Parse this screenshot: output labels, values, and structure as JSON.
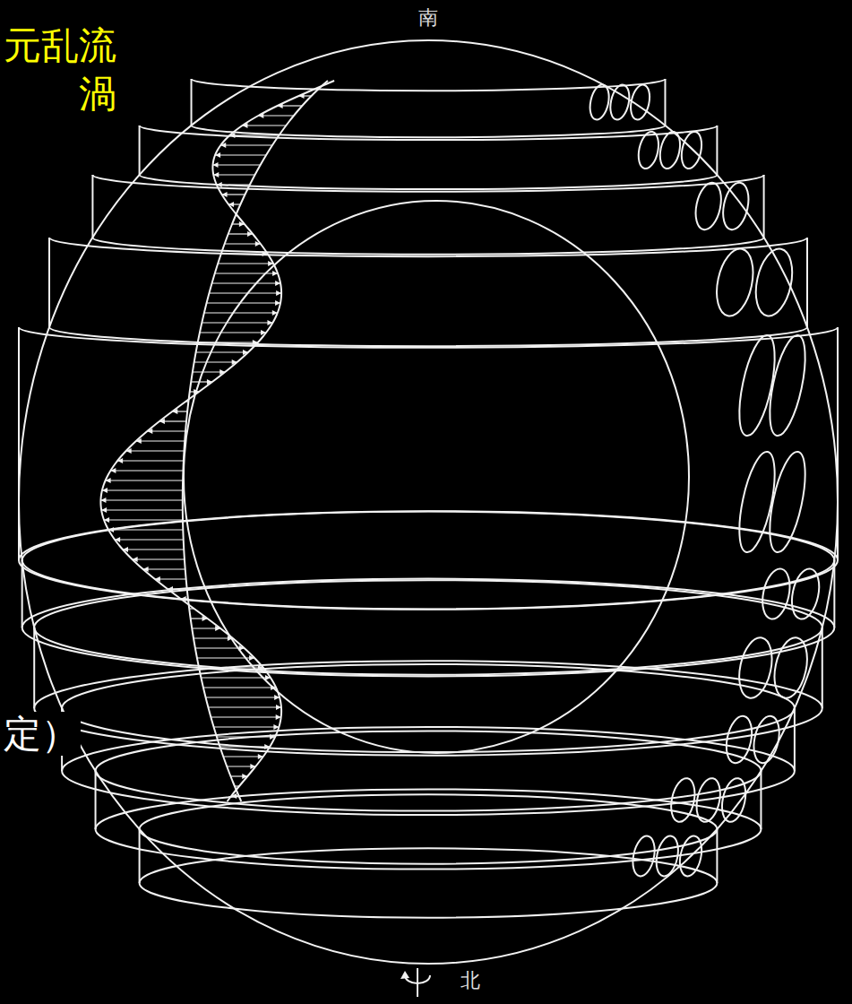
{
  "diagram": {
    "labels": [
      "南",
      "元乱流",
      "渦",
      "定）",
      "北"
    ]
  }
}
